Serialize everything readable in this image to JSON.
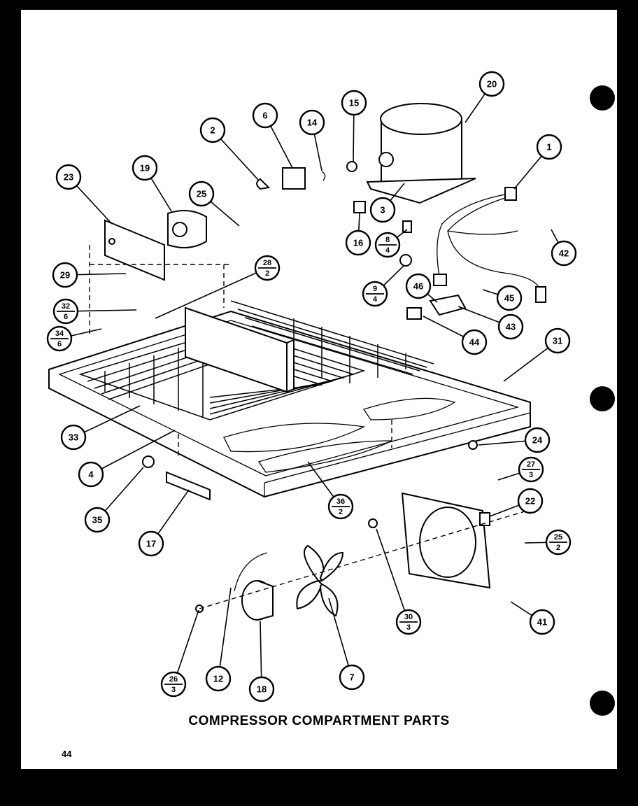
{
  "caption": "COMPRESSOR COMPARTMENT PARTS",
  "page_number": "44",
  "callouts": [
    {
      "id": "c1",
      "num": "1"
    },
    {
      "id": "c2",
      "num": "2"
    },
    {
      "id": "c3",
      "num": "3"
    },
    {
      "id": "c4",
      "num": "4"
    },
    {
      "id": "c6",
      "num": "6"
    },
    {
      "id": "c7",
      "num": "7"
    },
    {
      "id": "c8",
      "num": "8",
      "qty": "4"
    },
    {
      "id": "c9",
      "num": "9",
      "qty": "4"
    },
    {
      "id": "c12",
      "num": "12"
    },
    {
      "id": "c14",
      "num": "14"
    },
    {
      "id": "c15",
      "num": "15"
    },
    {
      "id": "c16",
      "num": "16"
    },
    {
      "id": "c17",
      "num": "17"
    },
    {
      "id": "c18",
      "num": "18"
    },
    {
      "id": "c19",
      "num": "19"
    },
    {
      "id": "c20",
      "num": "20"
    },
    {
      "id": "c22",
      "num": "22"
    },
    {
      "id": "c23",
      "num": "23"
    },
    {
      "id": "c24",
      "num": "24"
    },
    {
      "id": "c25a",
      "num": "25"
    },
    {
      "id": "c25b",
      "num": "25",
      "qty": "2"
    },
    {
      "id": "c26",
      "num": "26",
      "qty": "3"
    },
    {
      "id": "c27",
      "num": "27",
      "qty": "3"
    },
    {
      "id": "c28",
      "num": "28",
      "qty": "2"
    },
    {
      "id": "c29",
      "num": "29"
    },
    {
      "id": "c30",
      "num": "30",
      "qty": "3"
    },
    {
      "id": "c31",
      "num": "31"
    },
    {
      "id": "c32",
      "num": "32",
      "qty": "6"
    },
    {
      "id": "c33",
      "num": "33"
    },
    {
      "id": "c34",
      "num": "34",
      "qty": "6"
    },
    {
      "id": "c35",
      "num": "35"
    },
    {
      "id": "c36",
      "num": "36",
      "qty": "2"
    },
    {
      "id": "c41",
      "num": "41"
    },
    {
      "id": "c42",
      "num": "42"
    },
    {
      "id": "c43",
      "num": "43"
    },
    {
      "id": "c44",
      "num": "44"
    },
    {
      "id": "c45",
      "num": "45"
    },
    {
      "id": "c46",
      "num": "46"
    }
  ]
}
